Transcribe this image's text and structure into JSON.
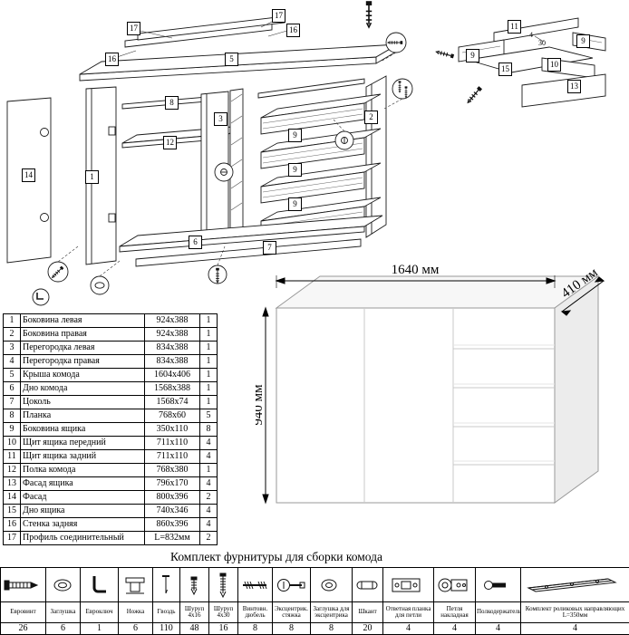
{
  "diagram": {
    "labels": [
      "17",
      "16",
      "5",
      "16",
      "17",
      "8",
      "3",
      "12",
      "1",
      "14",
      "2",
      "9",
      "9",
      "9",
      "6",
      "7",
      "11",
      "9",
      "9",
      "10",
      "15",
      "13",
      "4",
      "30"
    ]
  },
  "render": {
    "width_label": "1640 мм",
    "depth_label": "410 мм",
    "height_label": "940 мм"
  },
  "parts_table": {
    "rows": [
      {
        "num": "1",
        "name": "Боковина левая",
        "size": "924x388",
        "qty": "1"
      },
      {
        "num": "2",
        "name": "Боковина правая",
        "size": "924x388",
        "qty": "1"
      },
      {
        "num": "3",
        "name": "Перегородка левая",
        "size": "834x388",
        "qty": "1"
      },
      {
        "num": "4",
        "name": "Перегородка правая",
        "size": "834x388",
        "qty": "1"
      },
      {
        "num": "5",
        "name": "Крыша комода",
        "size": "1604x406",
        "qty": "1"
      },
      {
        "num": "6",
        "name": "Дно комода",
        "size": "1568x388",
        "qty": "1"
      },
      {
        "num": "7",
        "name": "Цоколь",
        "size": "1568x74",
        "qty": "1"
      },
      {
        "num": "8",
        "name": "Планка",
        "size": "768x60",
        "qty": "5"
      },
      {
        "num": "9",
        "name": "Боковина ящика",
        "size": "350x110",
        "qty": "8"
      },
      {
        "num": "10",
        "name": "Щит ящика передний",
        "size": "711x110",
        "qty": "4"
      },
      {
        "num": "11",
        "name": "Щит ящика задний",
        "size": "711x110",
        "qty": "4"
      },
      {
        "num": "12",
        "name": "Полка комода",
        "size": "768x380",
        "qty": "1"
      },
      {
        "num": "13",
        "name": "Фасад ящика",
        "size": "796x170",
        "qty": "4"
      },
      {
        "num": "14",
        "name": "Фасад",
        "size": "800x396",
        "qty": "2"
      },
      {
        "num": "15",
        "name": "Дно ящика",
        "size": "740x346",
        "qty": "4"
      },
      {
        "num": "16",
        "name": "Стенка задняя",
        "size": "860x396",
        "qty": "4"
      },
      {
        "num": "17",
        "name": "Профиль соединительный",
        "size": "L=832мм",
        "qty": "2"
      }
    ]
  },
  "hardware": {
    "title": "Комплект фурнитуры для сборки комода",
    "items": [
      {
        "name": "Евровинт",
        "qty": "26",
        "icon": "euro-screw-icon"
      },
      {
        "name": "Заглушка",
        "qty": "6",
        "icon": "plug-icon"
      },
      {
        "name": "Евроключ",
        "qty": "1",
        "icon": "hex-key-icon"
      },
      {
        "name": "Ножка",
        "qty": "6",
        "icon": "foot-icon"
      },
      {
        "name": "Гвоздь",
        "qty": "110",
        "icon": "nail-icon"
      },
      {
        "name": "Шуруп 4x16",
        "qty": "48",
        "icon": "screw-4x16-icon"
      },
      {
        "name": "Шуруп 4x30",
        "qty": "16",
        "icon": "screw-4x30-icon"
      },
      {
        "name": "Винтовн. дюбель",
        "qty": "8",
        "icon": "double-dowel-screw-icon"
      },
      {
        "name": "Эксцентрик. стяжка",
        "qty": "8",
        "icon": "cam-bolt-icon"
      },
      {
        "name": "Заглушка для эксцентрика",
        "qty": "8",
        "icon": "cam-cover-icon"
      },
      {
        "name": "Шкант",
        "qty": "20",
        "icon": "wood-dowel-icon"
      },
      {
        "name": "Ответная планка для петли",
        "qty": "4",
        "icon": "hinge-plate-icon"
      },
      {
        "name": "Петля накладная",
        "qty": "4",
        "icon": "hinge-icon"
      },
      {
        "name": "Полкодержатель",
        "qty": "4",
        "icon": "shelf-pin-icon"
      },
      {
        "name": "Комплект роликовых направляющих L=350мм",
        "qty": "4",
        "icon": "drawer-slide-icon"
      }
    ]
  }
}
